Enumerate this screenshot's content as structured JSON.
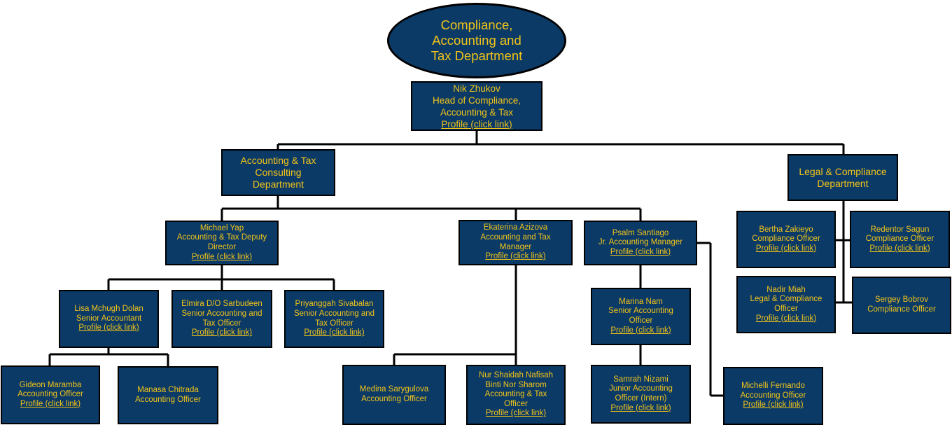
{
  "title": {
    "lines": [
      "Compliance,",
      "Accounting and",
      "Tax Department"
    ]
  },
  "head": {
    "name": "Nik Zhukov",
    "role_lines": [
      "Head of Compliance,",
      "Accounting & Tax"
    ],
    "link": "Profile (click link)"
  },
  "departments": {
    "accounting": {
      "lines": [
        "Accounting & Tax",
        "Consulting",
        "Department"
      ]
    },
    "legal": {
      "lines": [
        "Legal & Compliance",
        "Department"
      ]
    }
  },
  "people": {
    "michael_yap": {
      "name": "Michael Yap",
      "role_lines": [
        "Accounting & Tax Deputy",
        "Director"
      ],
      "link": "Profile (click link)"
    },
    "ekaterina": {
      "name": "Ekaterina Azizova",
      "role_lines": [
        "Accounting and Tax",
        "Manager"
      ],
      "link": "Profile (click link)"
    },
    "psalm": {
      "name": "Psalm Santiago",
      "role_lines": [
        "Jr. Accounting Manager"
      ],
      "link": "Profile (click link)"
    },
    "lisa": {
      "name": "Lisa Mchugh Dolan",
      "role_lines": [
        "Senior Accountant"
      ],
      "link": "Profile (click link)"
    },
    "elmira": {
      "name": "Elmira D/O Sarbudeen",
      "role_lines": [
        "Senior Accounting and",
        "Tax Officer"
      ],
      "link": "Profile (click link)"
    },
    "priyanggah": {
      "name": "Priyanggah Sivabalan",
      "role_lines": [
        "Senior Accounting and",
        "Tax Officer"
      ],
      "link": "Profile (click link)"
    },
    "gideon": {
      "name": "Gideon Maramba",
      "role_lines": [
        "Accounting Officer"
      ],
      "link": "Profile (click link)"
    },
    "manasa": {
      "name": "Manasa Chitrada",
      "role_lines": [
        "Accounting Officer"
      ]
    },
    "medina": {
      "name": "Medina Sarygulova",
      "role_lines": [
        "Accounting Officer"
      ]
    },
    "nur": {
      "name": "Nur Shaidah Nafisah",
      "role_lines": [
        "Binti Nor Sharom",
        "Accounting & Tax",
        "Officer"
      ],
      "link": "Profile (click link)"
    },
    "marina": {
      "name": "Marina Nam",
      "role_lines": [
        "Senior Accounting",
        "Officer"
      ],
      "link": "Profile (click link)"
    },
    "samrah": {
      "name": "Samrah Nizami",
      "role_lines": [
        "Junior Accounting",
        "Officer (Intern)"
      ],
      "link": "Profile (click link)"
    },
    "michelli": {
      "name": "Michelli Fernando",
      "role_lines": [
        "Accounting Officer"
      ],
      "link": "Profile (click link)"
    },
    "bertha": {
      "name": "Bertha Zakieyo",
      "role_lines": [
        "Compliance Officer"
      ],
      "link": "Profile (click link)"
    },
    "redentor": {
      "name": "Redentor Sagun",
      "role_lines": [
        "Compliance Officer"
      ],
      "link": "Profile (click link)"
    },
    "nadir": {
      "name": "Nadir Miah",
      "role_lines": [
        "Legal & Compliance",
        "Officer"
      ],
      "link": "Profile (click link)"
    },
    "sergey": {
      "name": "Sergey Bobrov",
      "role_lines": [
        "Compliance Officer"
      ]
    }
  },
  "colors": {
    "box_fill": "#0b3a66",
    "text": "#f2c419",
    "border": "#000000"
  }
}
